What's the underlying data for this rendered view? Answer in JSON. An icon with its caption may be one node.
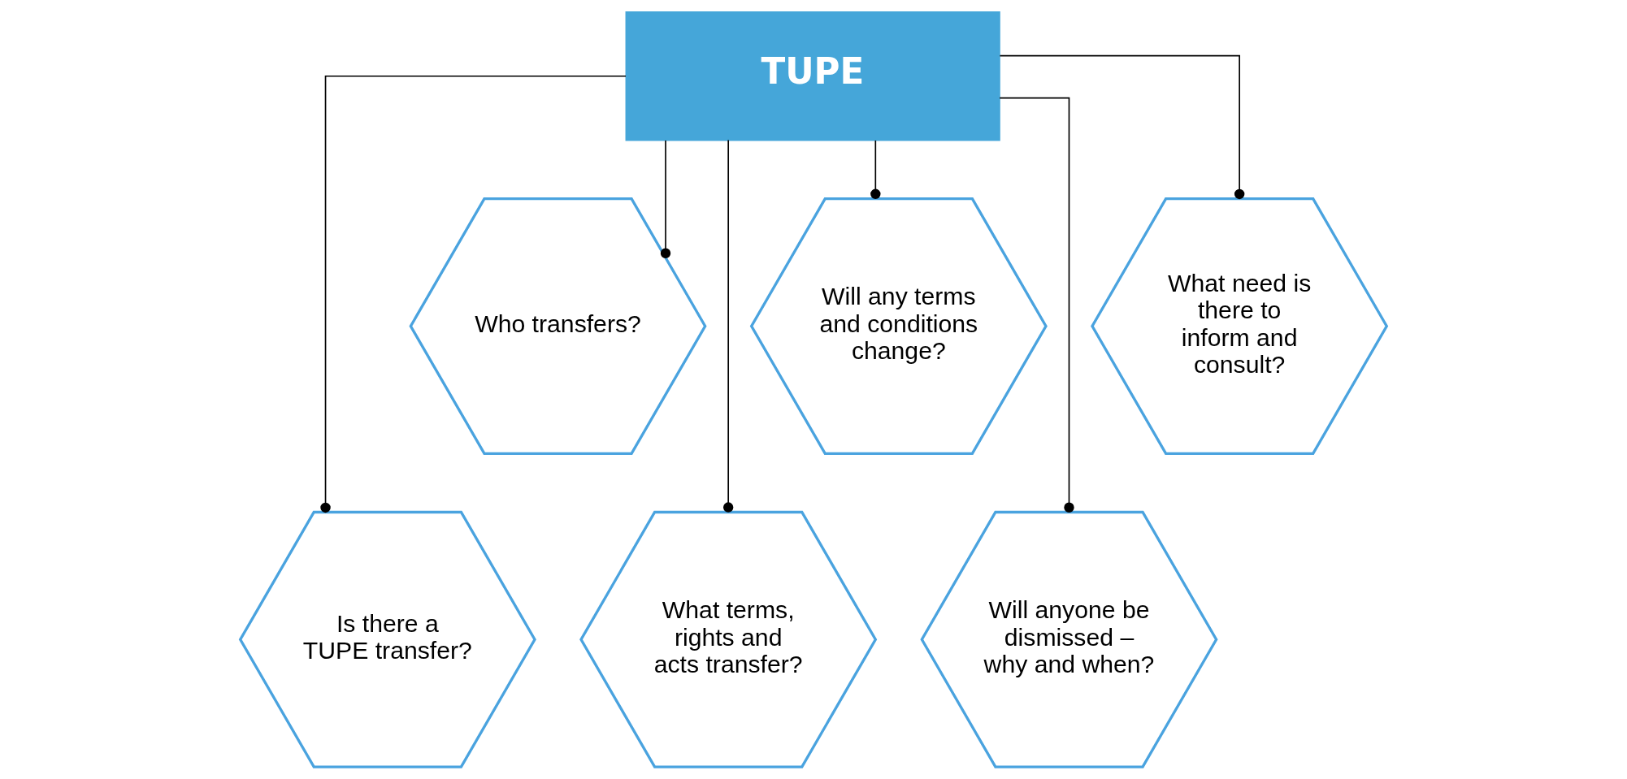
{
  "diagram": {
    "nodes": [
      {
        "text": [
          "TUPE"
        ]
      },
      {
        "text": [
          "Is there a TUPE transfer?"
        ]
      },
      {
        "text": [
          "Who transfers?"
        ]
      },
      {
        "text": [
          "What terms, rights and acts transfer?"
        ]
      },
      {
        "text": [
          "Will any terms and conditions change?"
        ]
      },
      {
        "text": [
          "Will anyone be dismissed – why and when?"
        ]
      },
      {
        "text": [
          "What need is there to inform and consult?"
        ]
      }
    ],
    "edges": [
      {
        "from": 0,
        "to": 1,
        "arrow": "other"
      },
      {
        "from": 0,
        "to": 2,
        "arrow": "other"
      },
      {
        "from": 0,
        "to": 3,
        "arrow": "other"
      },
      {
        "from": 0,
        "to": 4,
        "arrow": "other"
      },
      {
        "from": 0,
        "to": 5,
        "arrow": "other"
      },
      {
        "from": 0,
        "to": 6,
        "arrow": "other"
      }
    ]
  }
}
